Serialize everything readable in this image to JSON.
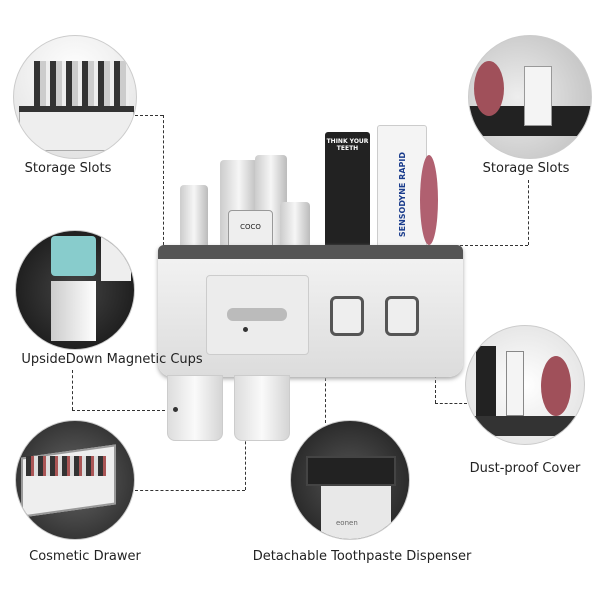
{
  "features": {
    "storage_slots_left": "Storage Slots",
    "storage_slots_right": "Storage Slots",
    "magnetic_cups": "UpsideDown Magnetic Cups",
    "dust_cover": "Dust-proof Cover",
    "cosmetic_drawer": "Cosmetic Drawer",
    "toothpaste_dispenser": "Detachable Toothpaste Dispenser"
  },
  "product_text": {
    "tube_black": "THINK YOUR TEETH",
    "tube_white": "SENSODYNE RAPID",
    "bottle_label": "COCO",
    "dispenser_brand": "eonen"
  },
  "colors": {
    "accent": "#555555",
    "background": "#ffffff"
  }
}
